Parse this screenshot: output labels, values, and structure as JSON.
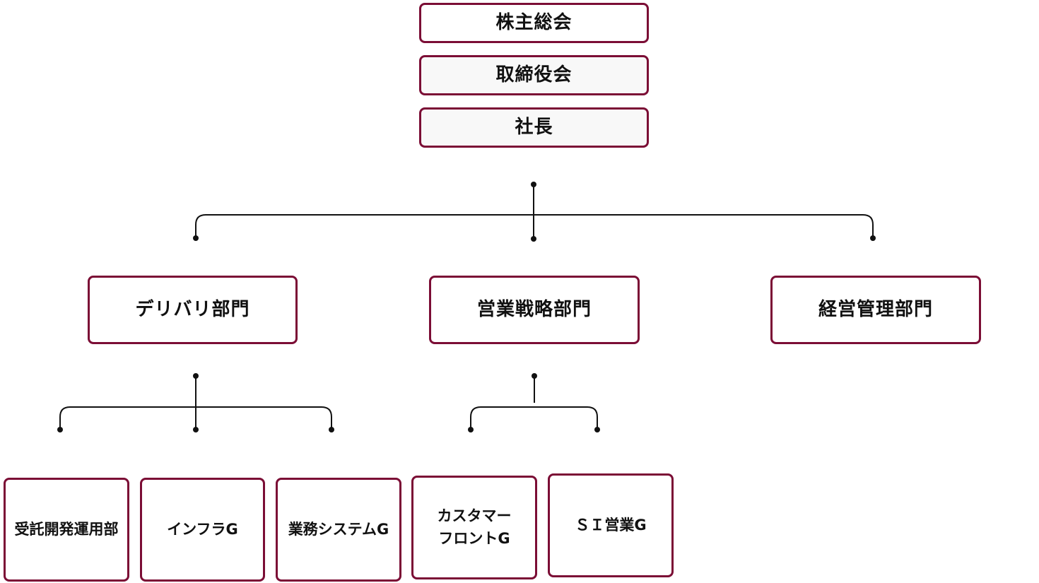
{
  "diagram": {
    "line_color": "#111111",
    "border_color": "#7b0d35",
    "top": {
      "shareholders": "株主総会",
      "board": "取締役会",
      "president": "社長"
    },
    "departments": {
      "delivery": "デリバリ部門",
      "sales_strategy": "営業戦略部門",
      "management": "経営管理部門"
    },
    "groups": {
      "contract_dev": "受託開発運用部",
      "infra": "インフラG",
      "business_system": "業務システムG",
      "customer_front": "カスタマー\nフロントG",
      "si_sales": "ＳＩ営業G"
    }
  }
}
